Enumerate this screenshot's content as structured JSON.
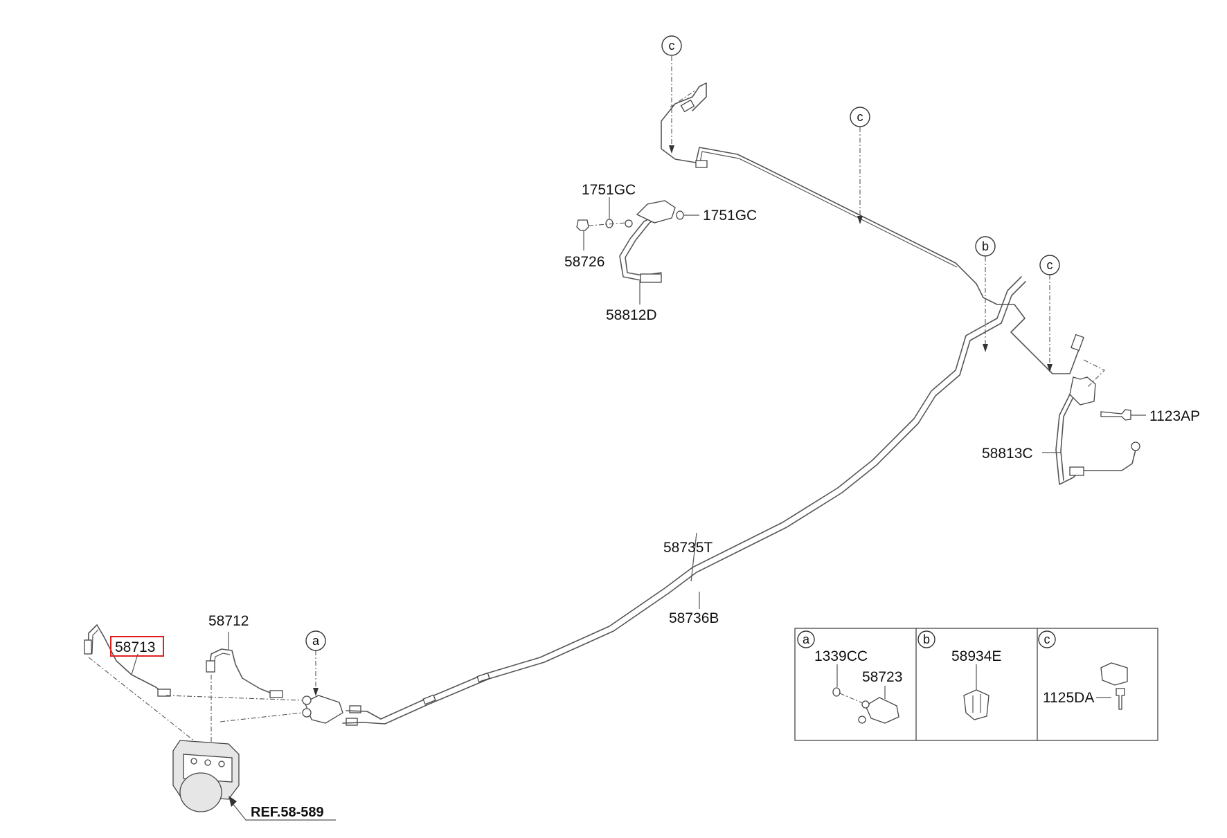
{
  "diagram": {
    "callouts": {
      "c_top": "c",
      "c_mid": "c",
      "c_right": "c",
      "b_right": "b",
      "a_left": "a"
    },
    "labels": {
      "p1751gc_left": "1751GC",
      "p1751gc_right": "1751GC",
      "p58726": "58726",
      "p58812d": "58812D",
      "p1123ap": "1123AP",
      "p58813c": "58813C",
      "p58735t": "58735T",
      "p58736b": "58736B",
      "p58712": "58712",
      "p58713": "58713",
      "ref": "REF.58-589"
    },
    "highlighted_part": "58713",
    "legend": {
      "a": {
        "tag": "a",
        "parts": [
          "1339CC",
          "58723"
        ]
      },
      "b": {
        "tag": "b",
        "parts": [
          "58934E"
        ]
      },
      "c": {
        "tag": "c",
        "parts": [
          "1125DA"
        ]
      }
    }
  }
}
